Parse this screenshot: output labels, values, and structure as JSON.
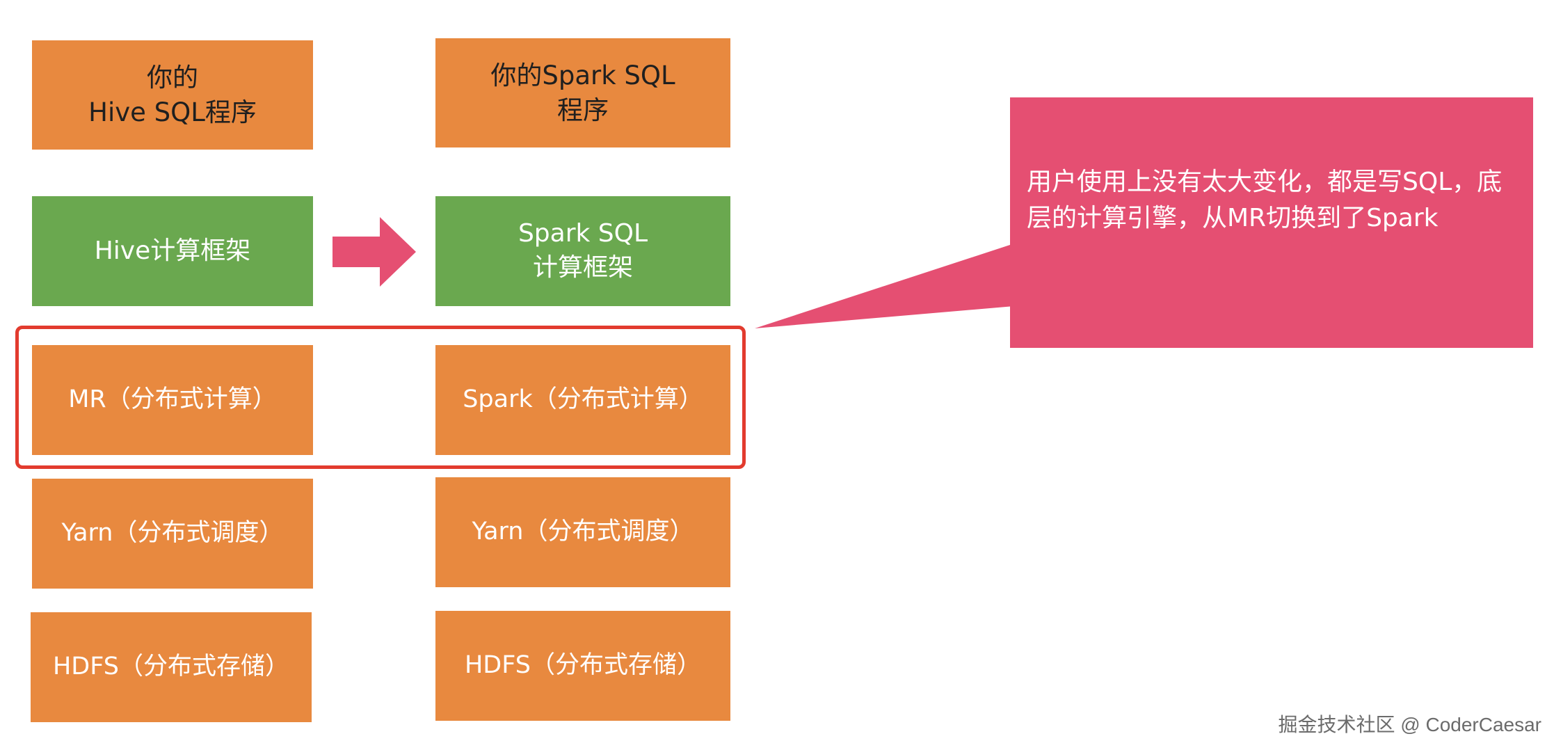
{
  "left_stack": {
    "program": "你的\nHive SQL程序",
    "framework": "Hive计算框架",
    "compute": "MR（分布式计算）",
    "scheduler": "Yarn（分布式调度）",
    "storage": "HDFS（分布式存储）"
  },
  "right_stack": {
    "program": "你的Spark SQL\n程序",
    "framework": "Spark SQL\n计算框架",
    "compute": "Spark（分布式计算）",
    "scheduler": "Yarn（分布式调度）",
    "storage": "HDFS（分布式存储）"
  },
  "callout": {
    "text": "用户使用上没有太大变化，都是写SQL，底层的计算引擎，从MR切换到了Spark"
  },
  "watermark": "掘金技术社区 @ CoderCaesar",
  "colors": {
    "orange": "#e8893f",
    "green": "#6aa84f",
    "pink": "#e54f72",
    "highlight_border": "#e23b2e"
  },
  "icons": {
    "transition_arrow": "right-arrow-icon"
  }
}
